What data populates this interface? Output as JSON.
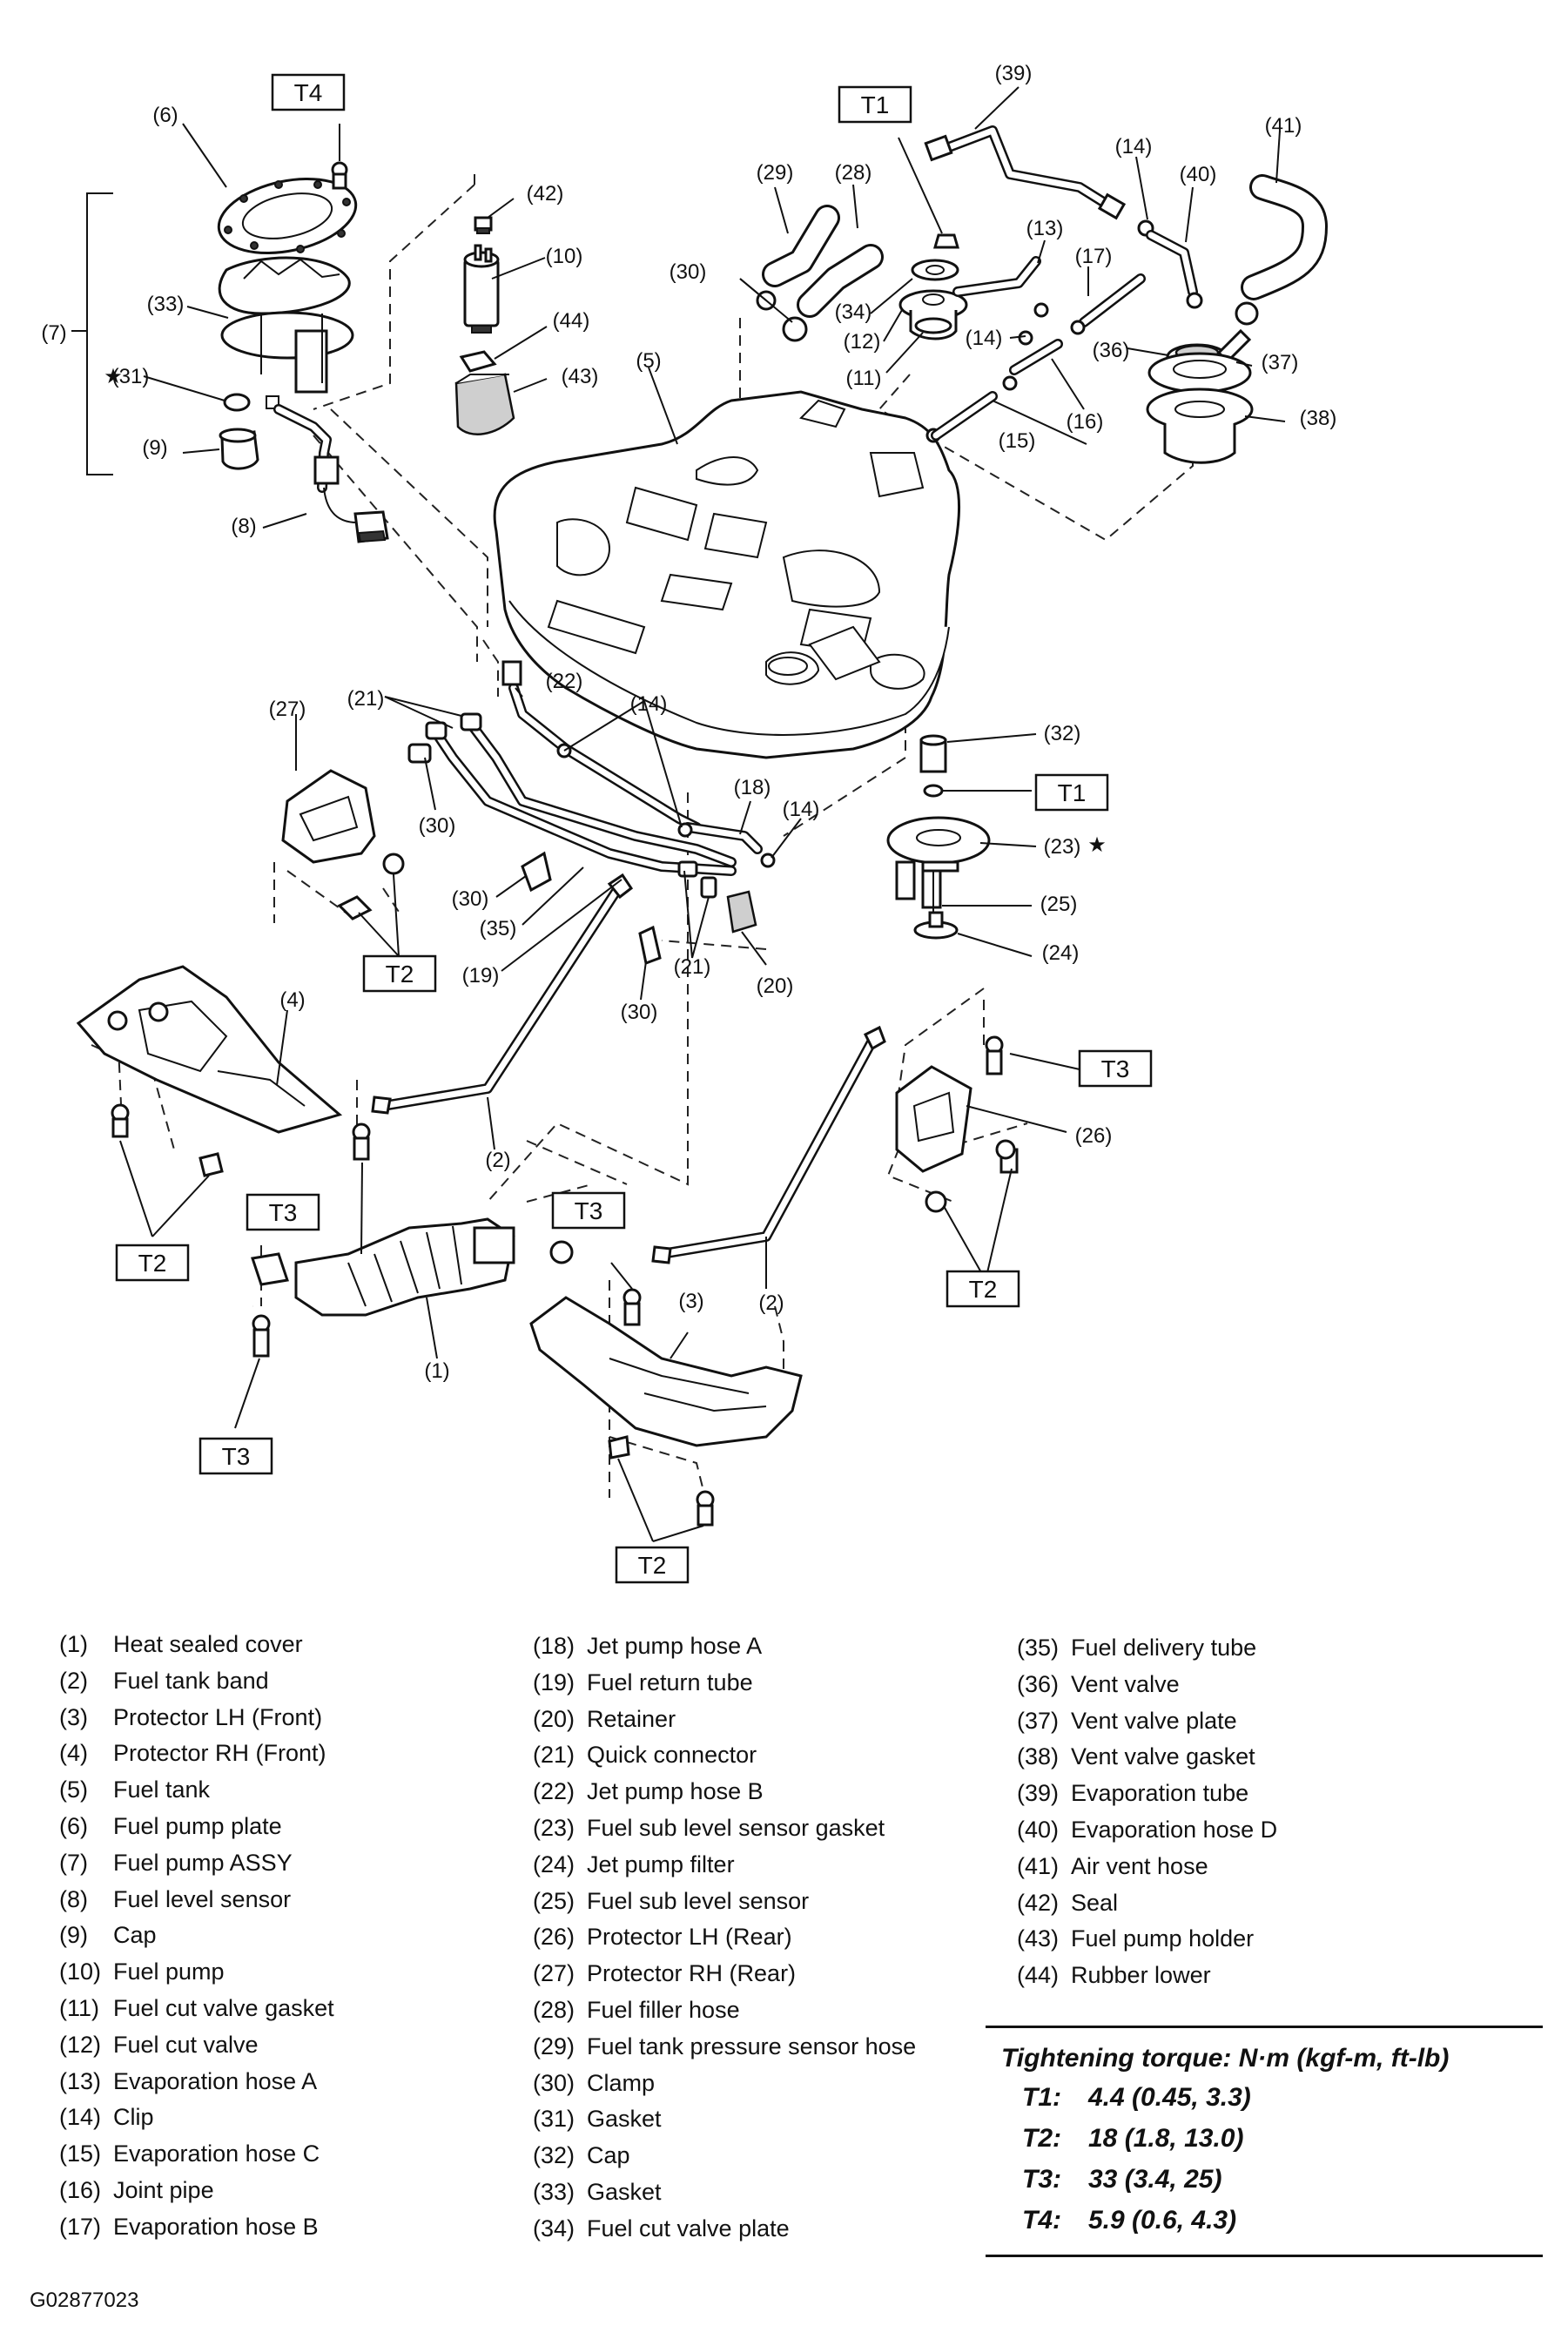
{
  "diagram": {
    "callouts": {
      "c1": "(1)",
      "c2a": "(2)",
      "c2b": "(2)",
      "c3": "(3)",
      "c4": "(4)",
      "c5": "(5)",
      "c6": "(6)",
      "c7": "(7)",
      "c8": "(8)",
      "c9": "(9)",
      "c10": "(10)",
      "c11": "(11)",
      "c12": "(12)",
      "c13": "(13)",
      "c14a": "(14)",
      "c14b": "(14)",
      "c14c": "(14)",
      "c14d": "(14)",
      "c15": "(15)",
      "c16": "(16)",
      "c17": "(17)",
      "c18": "(18)",
      "c19": "(19)",
      "c20": "(20)",
      "c21a": "(21)",
      "c21b": "(21)",
      "c22": "(22)",
      "c23": "(23)",
      "c24": "(24)",
      "c25": "(25)",
      "c26": "(26)",
      "c27": "(27)",
      "c28": "(28)",
      "c29": "(29)",
      "c30a": "(30)",
      "c30b": "(30)",
      "c30c": "(30)",
      "c30d": "(30)",
      "c31": "(31)",
      "c32": "(32)",
      "c33": "(33)",
      "c34": "(34)",
      "c35": "(35)",
      "c36": "(36)",
      "c37": "(37)",
      "c38": "(38)",
      "c39": "(39)",
      "c40": "(40)",
      "c41": "(41)",
      "c42": "(42)",
      "c43": "(43)",
      "c44": "(44)"
    },
    "torque_boxes": {
      "t4": "T4",
      "t1a": "T1",
      "t1b": "T1",
      "t2a": "T2",
      "t2b": "T2",
      "t2c": "T2",
      "t2d": "T2",
      "t3a": "T3",
      "t3b": "T3",
      "t3c": "T3",
      "t3d": "T3"
    },
    "star": "★"
  },
  "legend": {
    "columns": [
      [
        {
          "num": "(1)",
          "name": "Heat sealed cover"
        },
        {
          "num": "(2)",
          "name": "Fuel tank band"
        },
        {
          "num": "(3)",
          "name": "Protector LH (Front)"
        },
        {
          "num": "(4)",
          "name": "Protector RH (Front)"
        },
        {
          "num": "(5)",
          "name": "Fuel tank"
        },
        {
          "num": "(6)",
          "name": "Fuel pump plate"
        },
        {
          "num": "(7)",
          "name": "Fuel pump ASSY"
        },
        {
          "num": "(8)",
          "name": "Fuel level sensor"
        },
        {
          "num": "(9)",
          "name": "Cap"
        },
        {
          "num": "(10)",
          "name": "Fuel pump"
        },
        {
          "num": "(11)",
          "name": "Fuel cut valve gasket"
        },
        {
          "num": "(12)",
          "name": "Fuel cut valve"
        },
        {
          "num": "(13)",
          "name": "Evaporation hose A"
        },
        {
          "num": "(14)",
          "name": "Clip"
        },
        {
          "num": "(15)",
          "name": "Evaporation hose C"
        },
        {
          "num": "(16)",
          "name": "Joint pipe"
        },
        {
          "num": "(17)",
          "name": "Evaporation hose B"
        }
      ],
      [
        {
          "num": "(18)",
          "name": "Jet pump hose A"
        },
        {
          "num": "(19)",
          "name": "Fuel return tube"
        },
        {
          "num": "(20)",
          "name": "Retainer"
        },
        {
          "num": "(21)",
          "name": "Quick connector"
        },
        {
          "num": "(22)",
          "name": "Jet pump hose B"
        },
        {
          "num": "(23)",
          "name": "Fuel sub level sensor gasket"
        },
        {
          "num": "(24)",
          "name": "Jet pump filter"
        },
        {
          "num": "(25)",
          "name": "Fuel sub level sensor"
        },
        {
          "num": "(26)",
          "name": "Protector LH (Rear)"
        },
        {
          "num": "(27)",
          "name": "Protector RH (Rear)"
        },
        {
          "num": "(28)",
          "name": "Fuel filler hose"
        },
        {
          "num": "(29)",
          "name": "Fuel tank pressure sensor hose"
        },
        {
          "num": "(30)",
          "name": "Clamp"
        },
        {
          "num": "(31)",
          "name": "Gasket"
        },
        {
          "num": "(32)",
          "name": "Cap"
        },
        {
          "num": "(33)",
          "name": "Gasket"
        },
        {
          "num": "(34)",
          "name": "Fuel cut valve plate"
        }
      ],
      [
        {
          "num": "(35)",
          "name": "Fuel delivery tube"
        },
        {
          "num": "(36)",
          "name": "Vent valve"
        },
        {
          "num": "(37)",
          "name": "Vent valve plate"
        },
        {
          "num": "(38)",
          "name": "Vent valve gasket"
        },
        {
          "num": "(39)",
          "name": "Evaporation tube"
        },
        {
          "num": "(40)",
          "name": "Evaporation hose D"
        },
        {
          "num": "(41)",
          "name": "Air vent hose"
        },
        {
          "num": "(42)",
          "name": "Seal"
        },
        {
          "num": "(43)",
          "name": "Fuel pump holder"
        },
        {
          "num": "(44)",
          "name": "Rubber lower"
        }
      ]
    ],
    "torque": {
      "title": "Tightening torque: N·m (kgf-m, ft-lb)",
      "rows": [
        {
          "code": "T1:",
          "value": "4.4 (0.45, 3.3)"
        },
        {
          "code": "T2:",
          "value": "18 (1.8, 13.0)"
        },
        {
          "code": "T3:",
          "value": "33 (3.4, 25)"
        },
        {
          "code": "T4:",
          "value": "5.9 (0.6, 4.3)"
        }
      ]
    }
  },
  "figure_code": "G02877023"
}
